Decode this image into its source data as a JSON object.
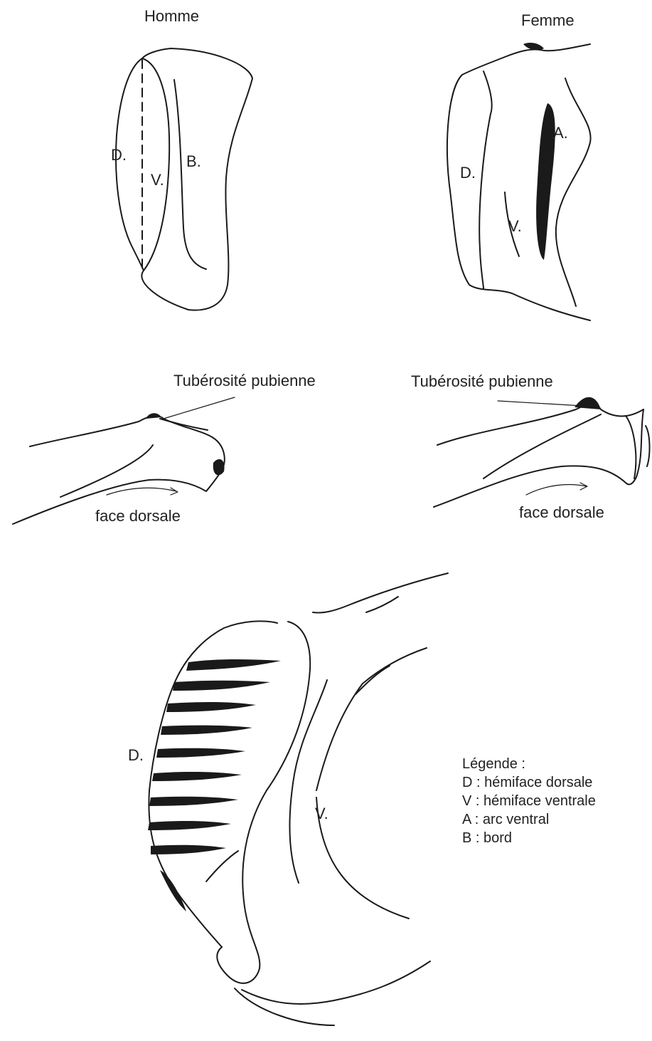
{
  "top_left": {
    "title": "Homme",
    "label_d": "D.",
    "label_v": "V.",
    "label_b": "B."
  },
  "top_right": {
    "title": "Femme",
    "label_d": "D.",
    "label_v": "V.",
    "label_a": "A."
  },
  "middle_left": {
    "annotation": "Tubérosité pubienne",
    "arrow_label": "face dorsale"
  },
  "middle_right": {
    "annotation": "Tubérosité pubienne",
    "arrow_label": "face dorsale"
  },
  "bottom": {
    "label_d": "D.",
    "label_v": "V."
  },
  "legend": {
    "title": "Légende :",
    "items": [
      "D : hémiface dorsale",
      "V : hémiface ventrale",
      "A : arc ventral",
      "B : bord"
    ]
  }
}
